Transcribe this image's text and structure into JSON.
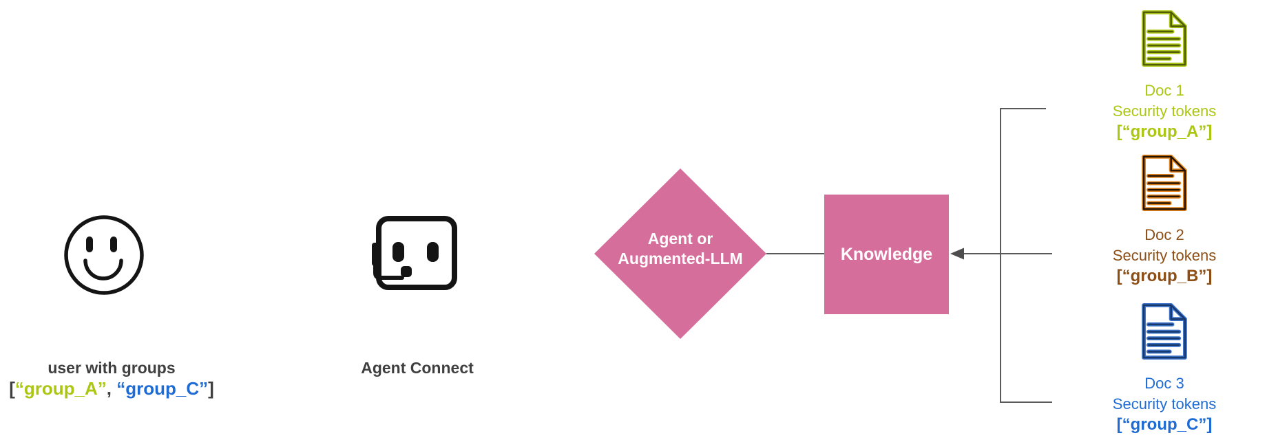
{
  "palette": {
    "pink": "#D66E9B",
    "line_gray": "#595959",
    "arrow_gray": "#4D4D4D",
    "text_dark": "#3F3F3F",
    "icon_black": "#141414",
    "green": "#ABC613",
    "green_dark": "#515B08",
    "orange": "#E1831C",
    "brown": "#8C4E15",
    "brown_dark": "#241200",
    "blue": "#1F6BD4",
    "blue_mid": "#3A72C9",
    "blue_dark": "#16376B"
  },
  "user": {
    "icon": "smiley-face-icon",
    "label": "user with groups",
    "tokens": {
      "open": "[",
      "group_a": "“group_A”",
      "separator": ", ",
      "group_c": "“group_C”",
      "close": "]"
    }
  },
  "agent": {
    "icon": "robot-headset-icon",
    "label": "Agent Connect"
  },
  "diamond": {
    "line1": "Agent or",
    "line2": "Augmented-LLM"
  },
  "knowledge": {
    "label": "Knowledge"
  },
  "docs": [
    {
      "icon": "document-icon",
      "name": "Doc 1",
      "subtitle": "Security tokens",
      "token": "[“group_A”]"
    },
    {
      "icon": "document-icon",
      "name": "Doc 2",
      "subtitle": "Security tokens",
      "token": "[“group_B”]"
    },
    {
      "icon": "document-icon",
      "name": "Doc 3",
      "subtitle": "Security tokens",
      "token": "[“group_C”]"
    }
  ]
}
